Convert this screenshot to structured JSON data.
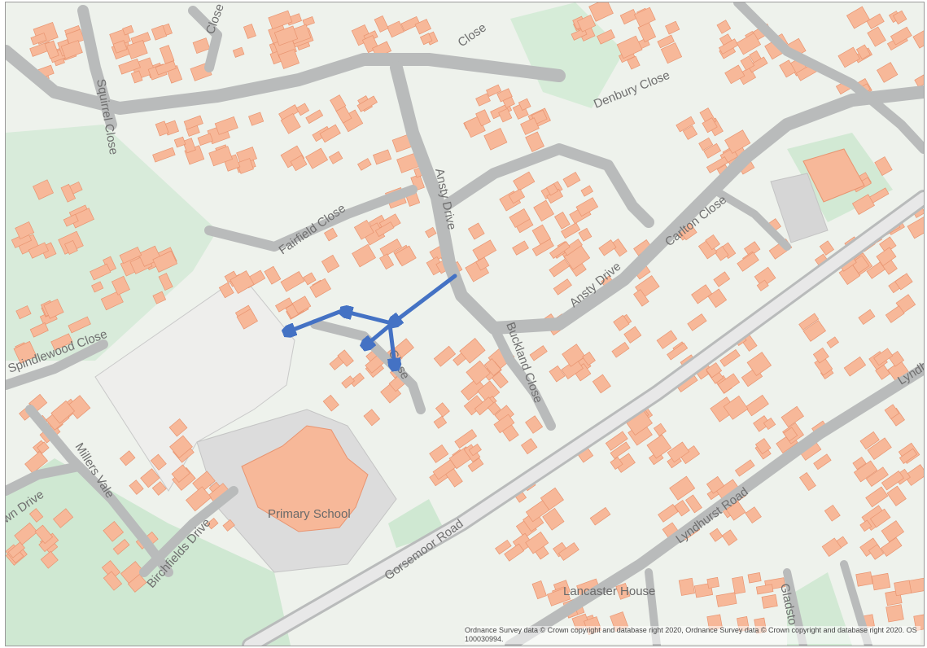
{
  "map": {
    "street_labels": [
      "Squirrel Close",
      "Close",
      "Close",
      "Denbury Close",
      "Ansty Drive",
      "Fairfield Close",
      "Carlton Close",
      "Ansty Drive",
      "Spindlewood Close",
      "Close",
      "Buckland Close",
      "Millers Vale",
      "wn Drive",
      "Birchfields Drive",
      "Gorsemoor Road",
      "Lyndhurst Road",
      "Gladsto",
      "Lyndh"
    ],
    "place_labels": [
      "Primary School",
      "Lancaster House"
    ],
    "attribution": "Ordnance Survey data © Crown copyright and database right 2020, Ordnance Survey data © Crown copyright and database right 2020. OS 100030994.",
    "colors": {
      "background": "#eef2ec",
      "building": "#f7b899",
      "building_outline": "#e89470",
      "road": "#b9bbbb",
      "green": "#cfe8d2",
      "arrow": "#4472c4"
    },
    "icons": [
      "route-arrow-icon"
    ]
  }
}
